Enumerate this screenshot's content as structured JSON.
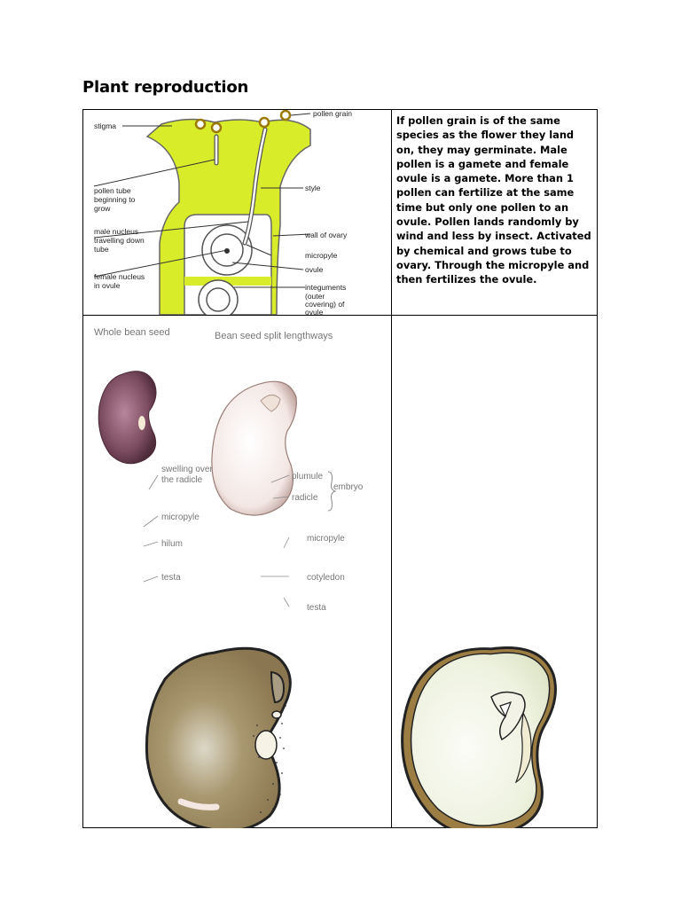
{
  "page_title": "Plant reproduction",
  "description_text": "If pollen grain is of the same species as the flower they land on, they may germinate. Male pollen is a gamete and female ovule is a gamete. More than 1 pollen can fertilize at the same time but only one pollen to an ovule. Pollen lands randomly by wind and less by insect. Activated by chemical and grows tube to ovary. Through the micropyle and then fertilizes the ovule.",
  "fertilization_diagram": {
    "labels": {
      "pollen_grain": "pollen grain",
      "stigma": "stigma",
      "pollen_tube_1": "pollen tube",
      "pollen_tube_2": "beginning to",
      "pollen_tube_3": "grow",
      "style": "style",
      "male_nucleus_1": "male nucleus",
      "male_nucleus_2": "travelling down",
      "male_nucleus_3": "tube",
      "wall_of_ovary": "wall of ovary",
      "micropyle": "micropyle",
      "ovule": "ovule",
      "female_nucleus_1": "female nucleus",
      "female_nucleus_2": "in ovule",
      "integuments_1": "integuments",
      "integuments_2": "(outer",
      "integuments_3": "covering) of",
      "integuments_4": "ovule"
    },
    "colors": {
      "pistil": "#d9ec2a",
      "outline": "#555555"
    }
  },
  "bean_diagram": {
    "whole_title": "Whole bean seed",
    "split_title": "Bean seed split lengthways",
    "labels": {
      "swelling_1": "swelling over",
      "swelling_2": "the radicle",
      "micropyle_left": "micropyle",
      "hilum": "hilum",
      "testa_left": "testa",
      "plumule": "plumule",
      "radicle": "radicle",
      "embryo": "embryo",
      "micropyle_right": "micropyle",
      "cotyledon": "cotyledon",
      "testa_right": "testa"
    }
  }
}
